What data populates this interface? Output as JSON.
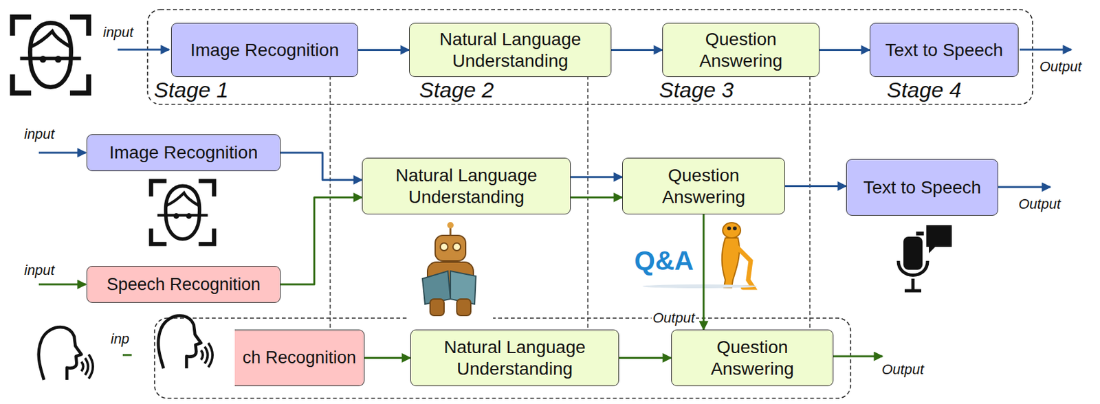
{
  "diagram": {
    "nodes": [
      {
        "text": [
          "Image Recognition"
        ]
      },
      {
        "text": [
          "Natural Language Understanding"
        ]
      },
      {
        "text": [
          "Question Answering"
        ]
      },
      {
        "text": [
          "Text to Speech"
        ]
      },
      {
        "text": [
          "Image Recognition"
        ]
      },
      {
        "text": [
          "Natural Language Understanding"
        ]
      },
      {
        "text": [
          "Question Answering"
        ]
      },
      {
        "text": [
          "Text to Speech"
        ]
      },
      {
        "text": [
          "Speech Recognition"
        ]
      },
      {
        "text": [
          "ch Recognition"
        ]
      },
      {
        "text": [
          "Natural Language Understanding"
        ]
      },
      {
        "text": [
          "Question Answering"
        ]
      }
    ],
    "edges": [
      {
        "from": 0,
        "to": 1,
        "arrow": "to"
      },
      {
        "from": 1,
        "to": 2,
        "arrow": "to"
      },
      {
        "from": 2,
        "to": 3,
        "arrow": "to"
      },
      {
        "from": 4,
        "to": 5,
        "arrow": "to"
      },
      {
        "from": 8,
        "to": 5,
        "arrow": "to"
      },
      {
        "from": 5,
        "to": 6,
        "arrow": "to"
      },
      {
        "from": 5,
        "to": 6,
        "arrow": "to"
      },
      {
        "from": 6,
        "to": 7,
        "arrow": "to"
      },
      {
        "from": 6,
        "to": 11,
        "arrow": "to"
      },
      {
        "from": 9,
        "to": 10,
        "arrow": "to"
      },
      {
        "from": 10,
        "to": 11,
        "arrow": "to"
      }
    ],
    "labels": [
      "input",
      "Stage 1",
      "Stage 2",
      "Stage 3",
      "Stage 4",
      "Output",
      "input",
      "Output",
      "input",
      "Q&A",
      "inp",
      "Output",
      "Output"
    ]
  }
}
